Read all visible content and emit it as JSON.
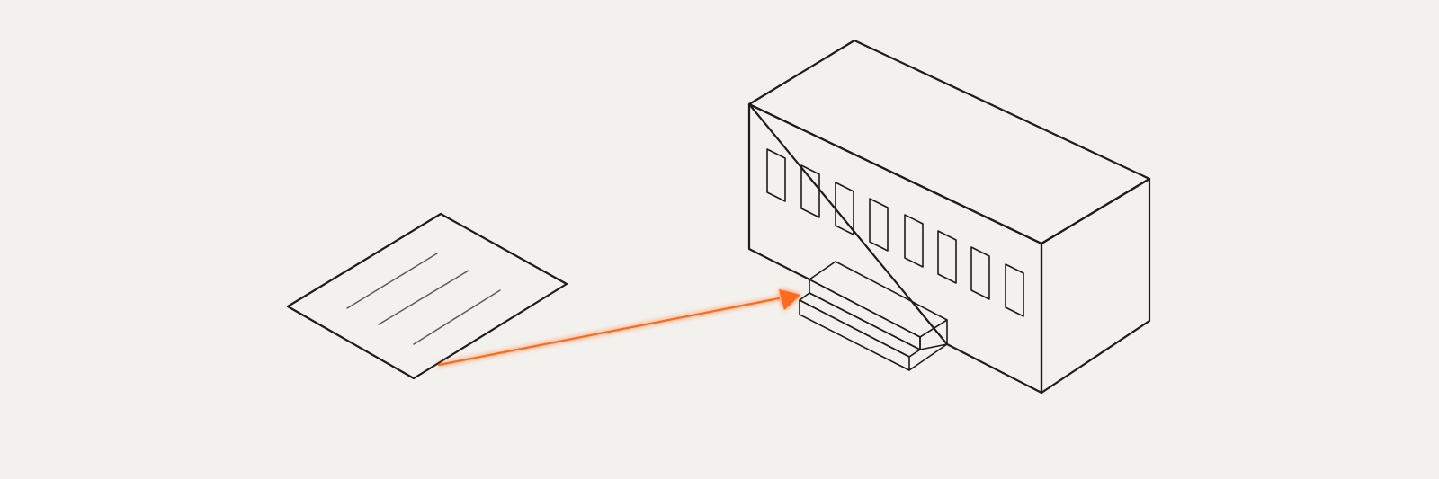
{
  "diagram": {
    "background_color": "#f3f1ee",
    "line_color": "#1c1c1c",
    "accent_color": "#ff6a1a",
    "elements": {
      "document": "document-sheet",
      "building": "building",
      "entrance": "entrance-steps",
      "connector": "arrow"
    }
  }
}
